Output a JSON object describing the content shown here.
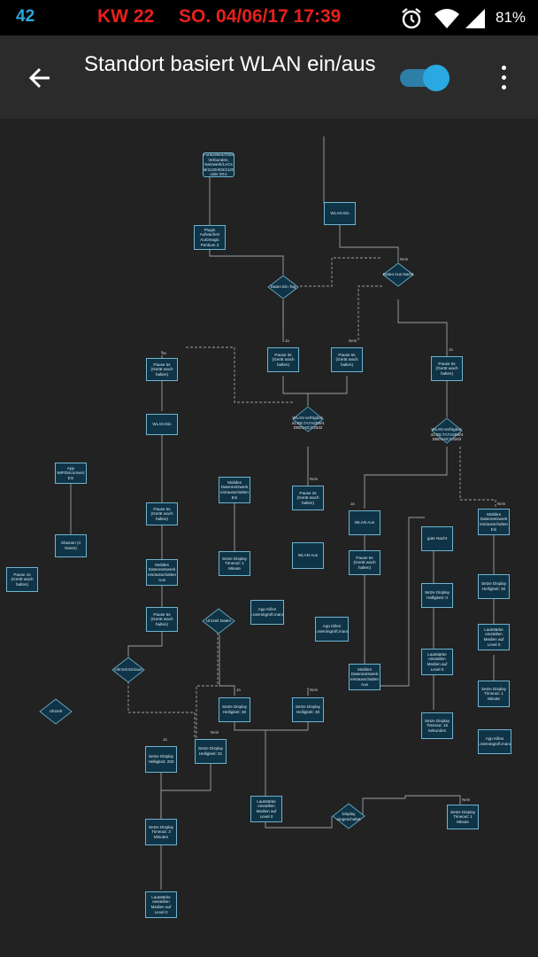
{
  "status_bar": {
    "notification_count": "42",
    "week": "KW 22",
    "datetime": "SO. 04/06/17 17:39",
    "battery": "81%",
    "icons": [
      "alarm-icon",
      "wifi-icon",
      "signal-icon"
    ]
  },
  "app_bar": {
    "title": "Standort basiert WLAN ein/aus",
    "toggle_on": true,
    "icons": [
      "back-arrow-icon",
      "more-vert-icon"
    ]
  },
  "colors": {
    "canvas_bg": "#222222",
    "node_fill": "#0f3447",
    "node_border": "#6fb4cf",
    "toggle": "#2aa8e2",
    "status_red": "#e8201c",
    "status_blue": "#29a8e0"
  },
  "flow": {
    "nodes": [
      "Funkzellen/GSM Verbunden, Netzwerk/LACs 1556/1120/402/1120/40 oder 00:s",
      "Plugin Aufwachen Automagic Pentium 2",
      "WLAN Ein",
      "Pause 5s (Gerät wach halten)",
      "Pause 3s (Gerät wach halten)",
      "Pause 5s (Gerät wach halten)",
      "Pause 5s (Gerät wach halten)",
      "WLAN Ein",
      "App WIFDisconnect Ein",
      "Shazam (4 Notes)",
      "Pause 1s (Gerät wach halten)",
      "Pause 5s (Gerät wach halten)",
      "Mobiles Datennetzwerk ein/ausschalten Aus",
      "Pause 5s (Gerät wach halten)",
      "Mobiles Datennetzwerk ein/ausschalten Ein",
      "Setze Display Timeout: 1 Minute",
      "App Killen com.niemingroft.manager",
      "Pause 3s (Gerät wach halten)",
      "WLAN Aus",
      "WLAN Aus",
      "Pause 5s (Gerät wach halten)",
      "App Killen com.niemingroft.manager",
      "Mobiles Datennetzwerk ein/ausschalten Aus",
      "gute Nacht",
      "Setze Display Helligkeit: 0",
      "Lautstärke einstellen Medien auf Level 0",
      "Setze Display Timeout: 15 Sekunden",
      "Mobiles Datennetzwerk ein/ausschalten Ein",
      "Setze Display Helligkeit: 30",
      "Lautstärke einstellen Medien auf Level 0",
      "Setze Display Timeout: 1 Minute",
      "App Killen com.niemingroft.manager",
      "Setze Display Helligkeit: 200",
      "Setze Display Helligkeit: 31",
      "Setze Display Helligkeit: 30",
      "Setze Display Helligkeit: 30",
      "Setze Display Timeout: 3 Minuten",
      "Lautstärke einstellen Medien auf Level 0",
      "Lautstärke einstellen Medien auf Level 0",
      "Setze Display Timeout: 1 Minute"
    ],
    "conditions": [
      "Daten Ein Tag",
      "Daten Aus Nacht",
      "WLAN verfügbar: 41:E6:7A7A2D9/4 D8D1A0:3:3342",
      "WLAN verfügbar: 41:E6:7A7A2D9/4 D8D1A0:3:3342",
      "Uhrzeit Daten",
      "Uhrzeit Ein/aus",
      "Uhrzeit",
      "Display eingeschaltet"
    ],
    "edge_labels": [
      "Nein",
      "Ja",
      "Nein",
      "Ja",
      "Nein",
      "Ja",
      "Nein",
      "Ja",
      "Nein",
      "Ja",
      "Nein",
      "Ja",
      "Nein"
    ]
  }
}
